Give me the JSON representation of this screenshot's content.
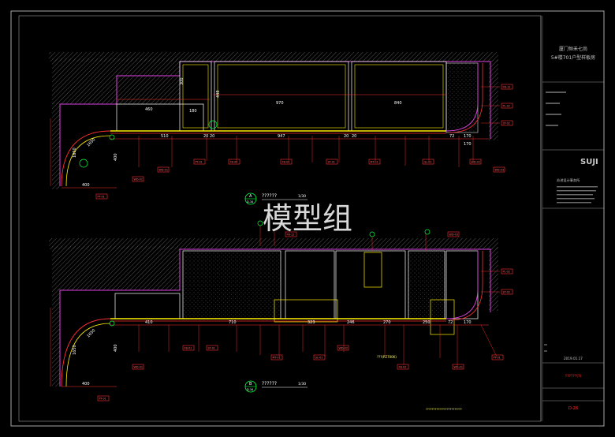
{
  "watermark": "模型组",
  "title_block": {
    "project_line1": "厦门恒禾七尚",
    "project_line2": "5#楼701户型样板房",
    "logo": "SUJI",
    "company": "苏进设计事务所",
    "date": "2019.01.17",
    "drawing_name": "??????(?)",
    "drawing_no": "D-28"
  },
  "elevation_a": {
    "marker_letter": "A",
    "marker_sheet": "D-34",
    "title": "??????",
    "scale": "1/30",
    "top_dims": [
      "300",
      "180",
      "460",
      "448",
      "970",
      "840",
      "170"
    ],
    "bottom_dims": [
      "510",
      "20",
      "20",
      "947",
      "20",
      "20",
      "72",
      "170",
      "400",
      "1650"
    ],
    "left_dims": [
      "1650",
      "400"
    ]
  },
  "elevation_b": {
    "marker_letter": "B",
    "marker_sheet": "D-34",
    "title": "??????",
    "scale": "1/30",
    "bottom_dims": [
      "410",
      "710",
      "323",
      "246",
      "270",
      "250",
      "72",
      "170",
      "400",
      "1650"
    ],
    "left_dims": [
      "1650",
      "400"
    ],
    "callout_label": "???(PZ700K)"
  },
  "tags": [
    "WD-01",
    "PT-01",
    "FB-02",
    "FB-01",
    "ST-01",
    "MT-01",
    "GL-01",
    "WD-02",
    "FB-12",
    "PL-02",
    "ST-02",
    "WD-03"
  ],
  "footer_note": "????????????????????????"
}
